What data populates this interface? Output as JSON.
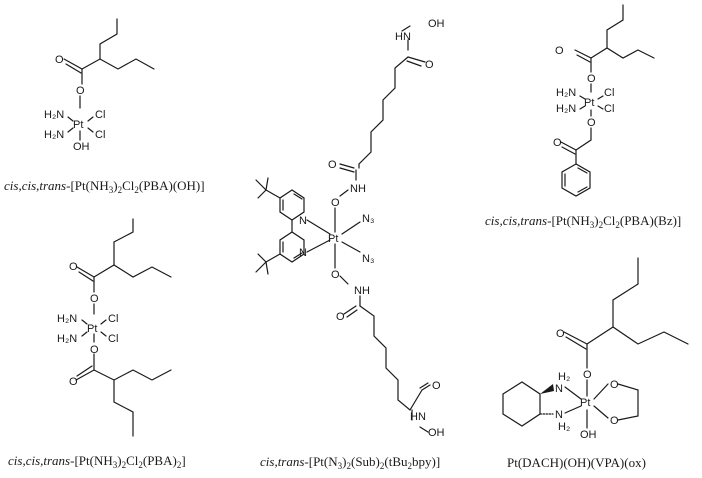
{
  "figure": {
    "type": "chemical-structure-panel",
    "compounds": [
      {
        "id": "c1",
        "caption_prefix": "cis,cis,trans",
        "caption_parts": [
          "-[Pt(NH",
          "3",
          ")",
          "2",
          "Cl",
          "2",
          "(PBA)(OH)]"
        ],
        "atoms": {
          "o_carbonyl": "O",
          "o_ester": "O",
          "nh2_top": "H₂N",
          "nh2_bot": "H₂N",
          "pt": "Pt",
          "cl_top": "Cl",
          "cl_bot": "Cl",
          "oh": "OH"
        }
      },
      {
        "id": "c2",
        "caption_prefix": "cis,cis,trans",
        "caption_parts": [
          "-[Pt(NH",
          "3",
          ")",
          "2",
          "Cl",
          "2",
          "(PBA)",
          "2",
          "]"
        ],
        "atoms": {
          "o_carbonyl_top": "O",
          "o_ester_top": "O",
          "nh2_top": "H₂N",
          "nh2_bot": "H₂N",
          "pt": "Pt",
          "cl_top": "Cl",
          "cl_bot": "Cl",
          "o_ester_bot": "O",
          "o_carbonyl_bot": "O"
        }
      },
      {
        "id": "c3",
        "caption_prefix": "cis,trans",
        "caption_parts": [
          "-[Pt(N",
          "3",
          ")",
          "2",
          "(Sub)",
          "2",
          "(tBu",
          "2",
          "bpy)]"
        ],
        "atoms": {
          "oh_top": "OH",
          "hn_top": "HN",
          "o_top_carbonyl": "O",
          "o_top_amide": "O",
          "nh_top": "NH",
          "o_top_link": "O",
          "n_pyr_top": "N",
          "n_pyr_bot": "N",
          "pt": "Pt",
          "n3_top": "N₃",
          "n3_bot": "N₃",
          "o_bot_link": "O",
          "nh_bot": "NH",
          "o_bot_amide": "O",
          "o_bot_carbonyl": "O",
          "hn_bot": "HN",
          "oh_bot": "OH"
        }
      },
      {
        "id": "c4",
        "caption_prefix": "cis,cis,trans",
        "caption_parts": [
          "-[Pt(NH",
          "3",
          ")",
          "2",
          "Cl",
          "2",
          "(PBA)(Bz)]"
        ],
        "atoms": {
          "o_carbonyl": "O",
          "o_ester": "O",
          "nh2_top": "H₂N",
          "nh2_bot": "H₂N",
          "pt": "Pt",
          "cl_top": "Cl",
          "cl_bot": "Cl",
          "o_ether": "O",
          "o_ketone": "O"
        }
      },
      {
        "id": "c5",
        "caption_prefix": "",
        "caption_parts": [
          "Pt(DACH)(OH)(VPA)(ox)"
        ],
        "atoms": {
          "o_carbonyl": "O",
          "o_ester": "O",
          "h2_top": "H₂",
          "n_top": "N",
          "n_bot": "N",
          "h2_bot": "H₂",
          "pt": "Pt",
          "o_ox_top": "O",
          "o_ox_bot": "O",
          "oh": "OH"
        }
      }
    ]
  }
}
